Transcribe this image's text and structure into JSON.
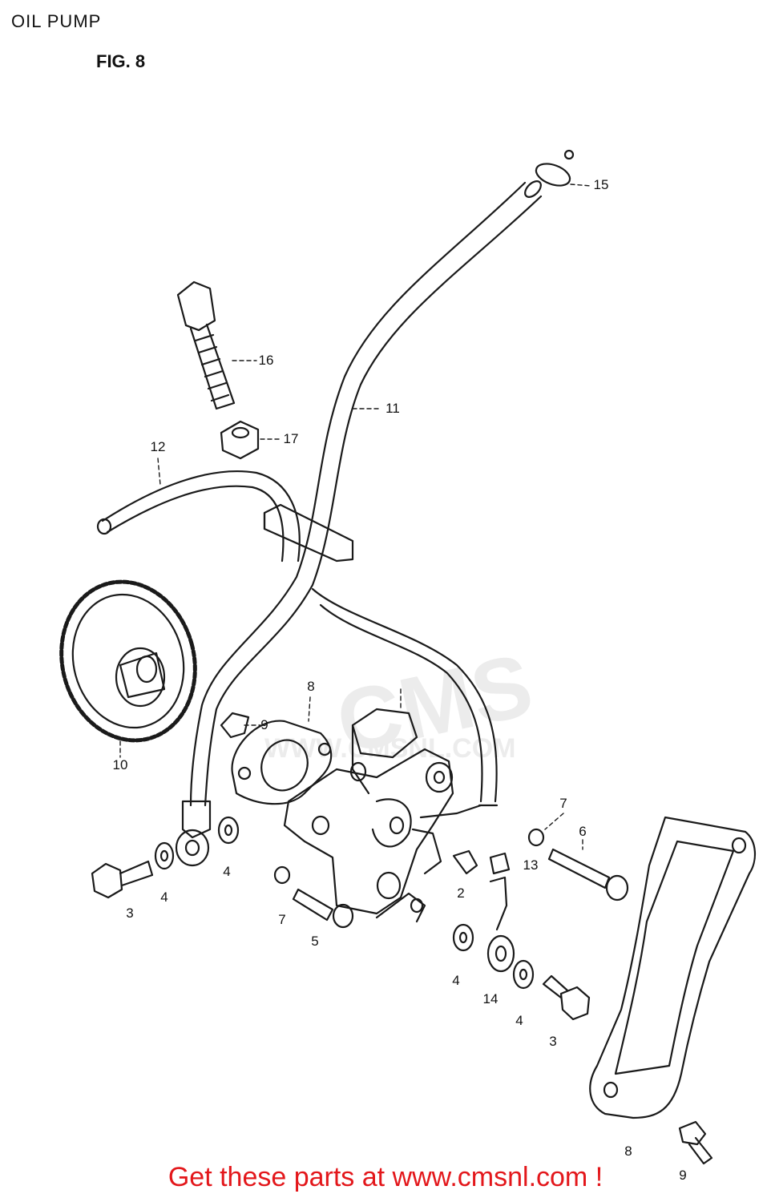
{
  "header": {
    "title": "OIL PUMP",
    "figure": "FIG. 8"
  },
  "watermark": {
    "brand": "CMS",
    "url": "WWW.CMSNL.COM"
  },
  "callouts": {
    "c15": "15",
    "c16": "16",
    "c11": "11",
    "c17": "17",
    "c12": "12",
    "c8_top": "8",
    "c9_top": "9",
    "c10": "10",
    "c7_right": "7",
    "c6": "6",
    "c13": "13",
    "c2": "2",
    "c4_left": "4",
    "c3_left": "3",
    "c4_inner": "4",
    "c7_left": "7",
    "c5": "5",
    "c4_mid": "4",
    "c14": "14",
    "c4_right": "4",
    "c3_right": "3",
    "c8_bottom": "8",
    "c9_bottom": "9"
  },
  "footer": {
    "cta": "Get these parts at www.cmsnl.com !"
  },
  "colors": {
    "line": "#1a1a1a",
    "watermark": "#ececec",
    "footer": "#e3171b"
  }
}
